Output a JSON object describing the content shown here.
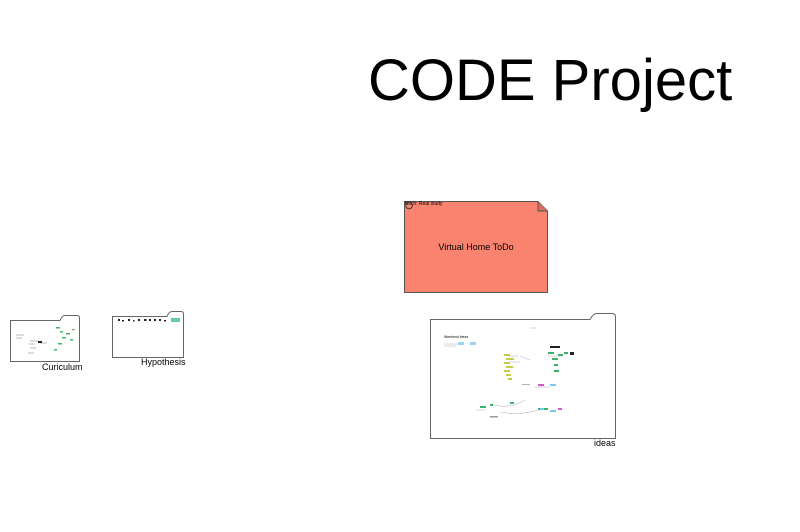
{
  "page": {
    "title": "CODE Project"
  },
  "card": {
    "tag": "Bitch: Real study",
    "text": "Virtual Home ToDo",
    "fill_color": "#f9836e"
  },
  "folders": [
    {
      "label": "Curiculum"
    },
    {
      "label": "Hypothesis"
    },
    {
      "label": "ideas"
    }
  ],
  "ideas_preview": {
    "heading": "Weekend ideas"
  }
}
